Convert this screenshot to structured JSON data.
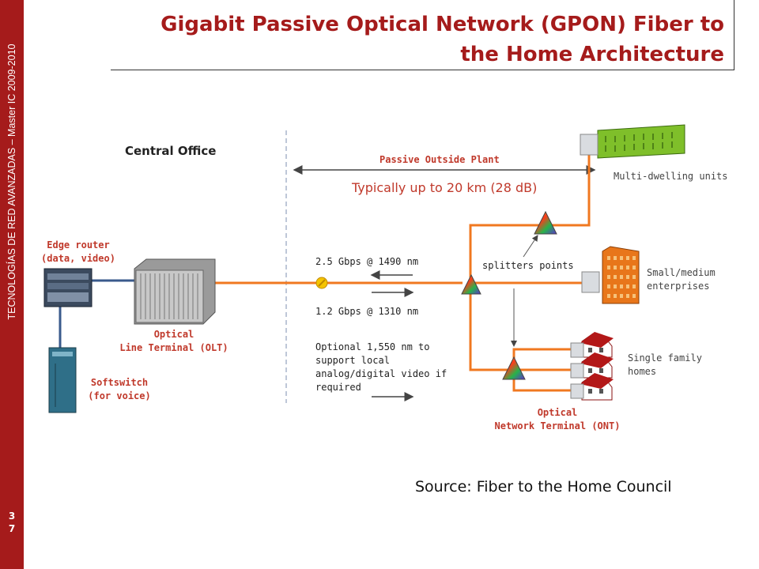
{
  "sidebar": {
    "vertical_text": "TECNOLOGÍAS DE RED AVANZADAS – Master IC 2009-2010",
    "page_digits": [
      "3",
      "7"
    ]
  },
  "title": "Gigabit Passive Optical Network (GPON) Fiber to the Home Architecture",
  "diagram": {
    "central_office": "Central Office",
    "passive_outside_plant": "Passive Outside Plant",
    "distance": "Typically up to 20 km (28 dB)",
    "edge_router": [
      "Edge router",
      "(data, video)"
    ],
    "olt": [
      "Optical",
      "Line Terminal (OLT)"
    ],
    "softswitch": [
      "Softswitch",
      "(for voice)"
    ],
    "downstream": "2.5 Gbps @ 1490 nm",
    "upstream": "1.2 Gbps @ 1310 nm",
    "optional": [
      "Optional 1,550 nm to",
      "support local",
      "analog/digital video if",
      "required"
    ],
    "splitters": "splitters points",
    "ont": [
      "Optical",
      "Network Terminal (ONT)"
    ],
    "mdu": "Multi-dwelling units",
    "enterprises": [
      "Small/medium",
      "enterprises"
    ],
    "homes": [
      "Single family",
      "homes"
    ]
  },
  "source": "Source:  Fiber to the Home Council",
  "colors": {
    "accent": "#a51b1b",
    "fiber": "#f07820",
    "label_red": "#c0392b"
  }
}
